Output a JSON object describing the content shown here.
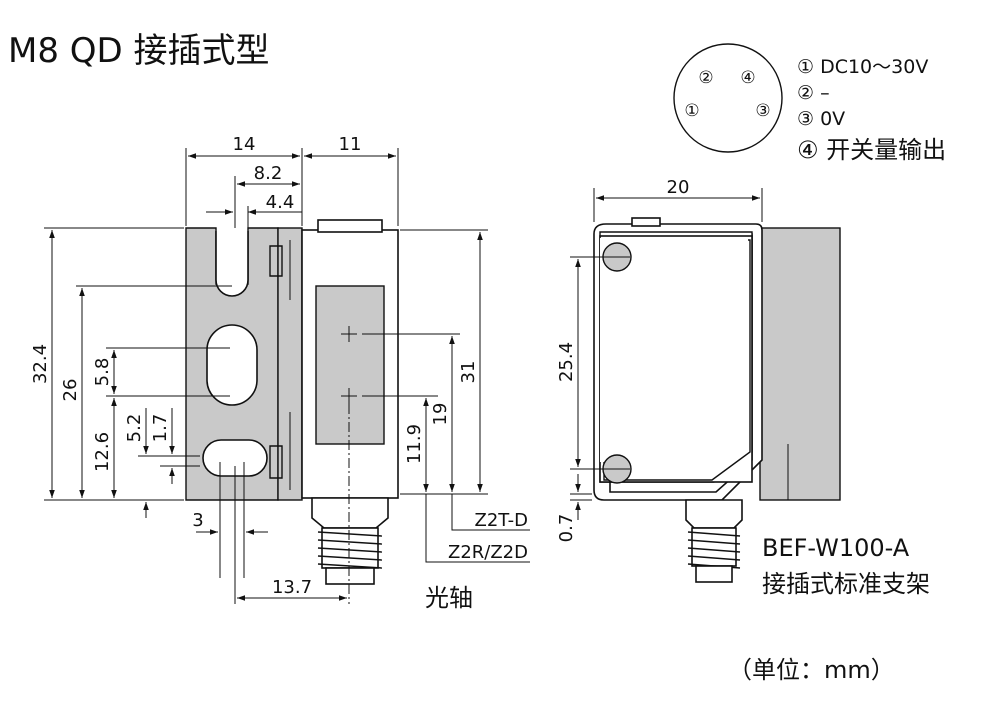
{
  "title": "M8 QD 接插式型",
  "colors": {
    "line": "#111111",
    "body_fill": "#c9c9c9",
    "background": "#ffffff"
  },
  "connector": {
    "pins": {
      "p1": "①",
      "p2": "②",
      "p3": "③",
      "p4": "④"
    },
    "legend": [
      "① DC10～30V",
      "② –",
      "③ 0V",
      "④  开关量输出"
    ]
  },
  "dims": {
    "d14": "14",
    "d11": "11",
    "d8_2": "8.2",
    "d4_4": "4.4",
    "d32_4": "32.4",
    "d26": "26",
    "d5_8": "5.8",
    "d12_6": "12.6",
    "d5_2": "5.2",
    "d1_7": "1.7",
    "d3": "3",
    "d13_7": "13.7",
    "d31": "31",
    "d19": "19",
    "d11_9": "11.9",
    "d20": "20",
    "d25_4": "25.4",
    "d0_7": "0.7"
  },
  "labels": {
    "z2t": "Z2T-D",
    "z2r": "Z2R/Z2D",
    "optical_axis": "光轴",
    "bracket_model": "BEF-W100-A",
    "bracket_desc": "接插式标准支架"
  },
  "unit": "（单位：mm）"
}
